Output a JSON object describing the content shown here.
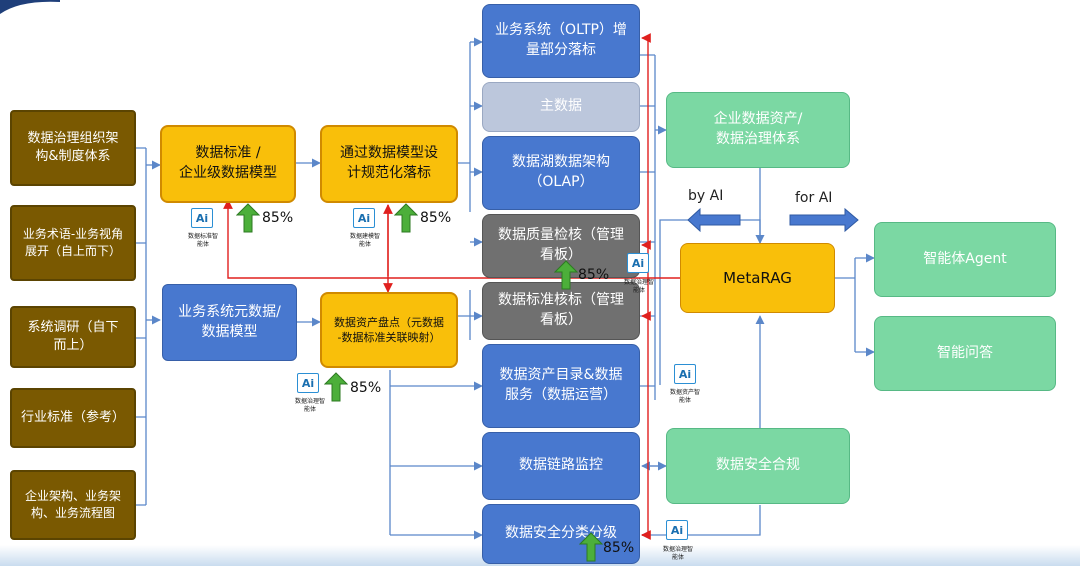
{
  "left_column": [
    "数据治理组织架\n构&制度体系",
    "业务术语-业务视角\n展开（自上而下）",
    "系统调研（自下\n而上）",
    "行业标准（参考）",
    "企业架构、业务架\n构、业务流程图"
  ],
  "data_standard": "数据标准 /\n企业级数据模型",
  "model_design": "通过数据模型设\n计规范化落标",
  "system_metadata": "业务系统元数据/\n数据模型",
  "asset_inventory": "数据资产盘点（元数据\n-数据标准关联映射）",
  "center_column": {
    "oltp": "业务系统（OLTP）增\n量部分落标",
    "master": "主数据",
    "lake": "数据湖数据架构\n（OLAP）",
    "quality": "数据质量检核（管理\n看板）",
    "standard_check": "数据标准核标（管理\n看板）",
    "catalog": "数据资产目录&数据\n服务（数据运营）",
    "lineage": "数据链路监控",
    "security_class": "数据安全分类分级"
  },
  "right_column": {
    "enterprise_assets": "企业数据资产/\n数据治理体系",
    "metarag": "MetaRAG",
    "compliance": "数据安全合规",
    "agent": "智能体Agent",
    "qa": "智能问答"
  },
  "arrow_labels": {
    "by_ai": "by AI",
    "for_ai": "for AI"
  },
  "ai_badges": {
    "icon_text": "Ai",
    "standard": "数据标准智\n能体",
    "model": "数据建模智\n能体",
    "governance1": "数据治理智\n能体",
    "quality": "数据治理智\n能体",
    "asset": "数据资产智\n能体",
    "governance2": "数据治理智\n能体"
  },
  "percent": "85%",
  "colors": {
    "olive": "#7a5901",
    "gold": "#f9bf0a",
    "blue": "#4878cf",
    "light_blue": "#bcc7dc",
    "gray": "#707070",
    "green": "#7bd8a3",
    "connector": "#5b87c9",
    "red_link": "#e0201e",
    "progress_arrow": "#4caf3a"
  }
}
